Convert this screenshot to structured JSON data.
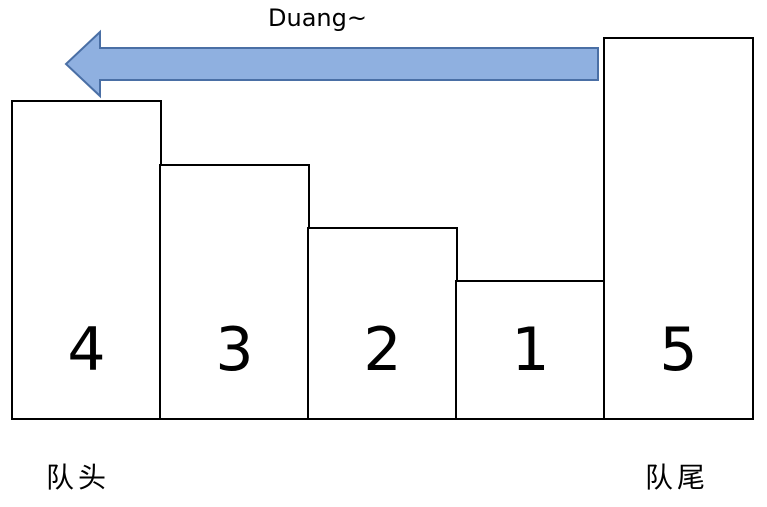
{
  "arrow": {
    "label": "Duang~",
    "fill": "#8fb0e0",
    "stroke": "#4a6fa5"
  },
  "bars": [
    {
      "value": "4"
    },
    {
      "value": "3"
    },
    {
      "value": "2"
    },
    {
      "value": "1"
    },
    {
      "value": "5"
    }
  ],
  "labels": {
    "head": "队头",
    "tail": "队尾"
  }
}
